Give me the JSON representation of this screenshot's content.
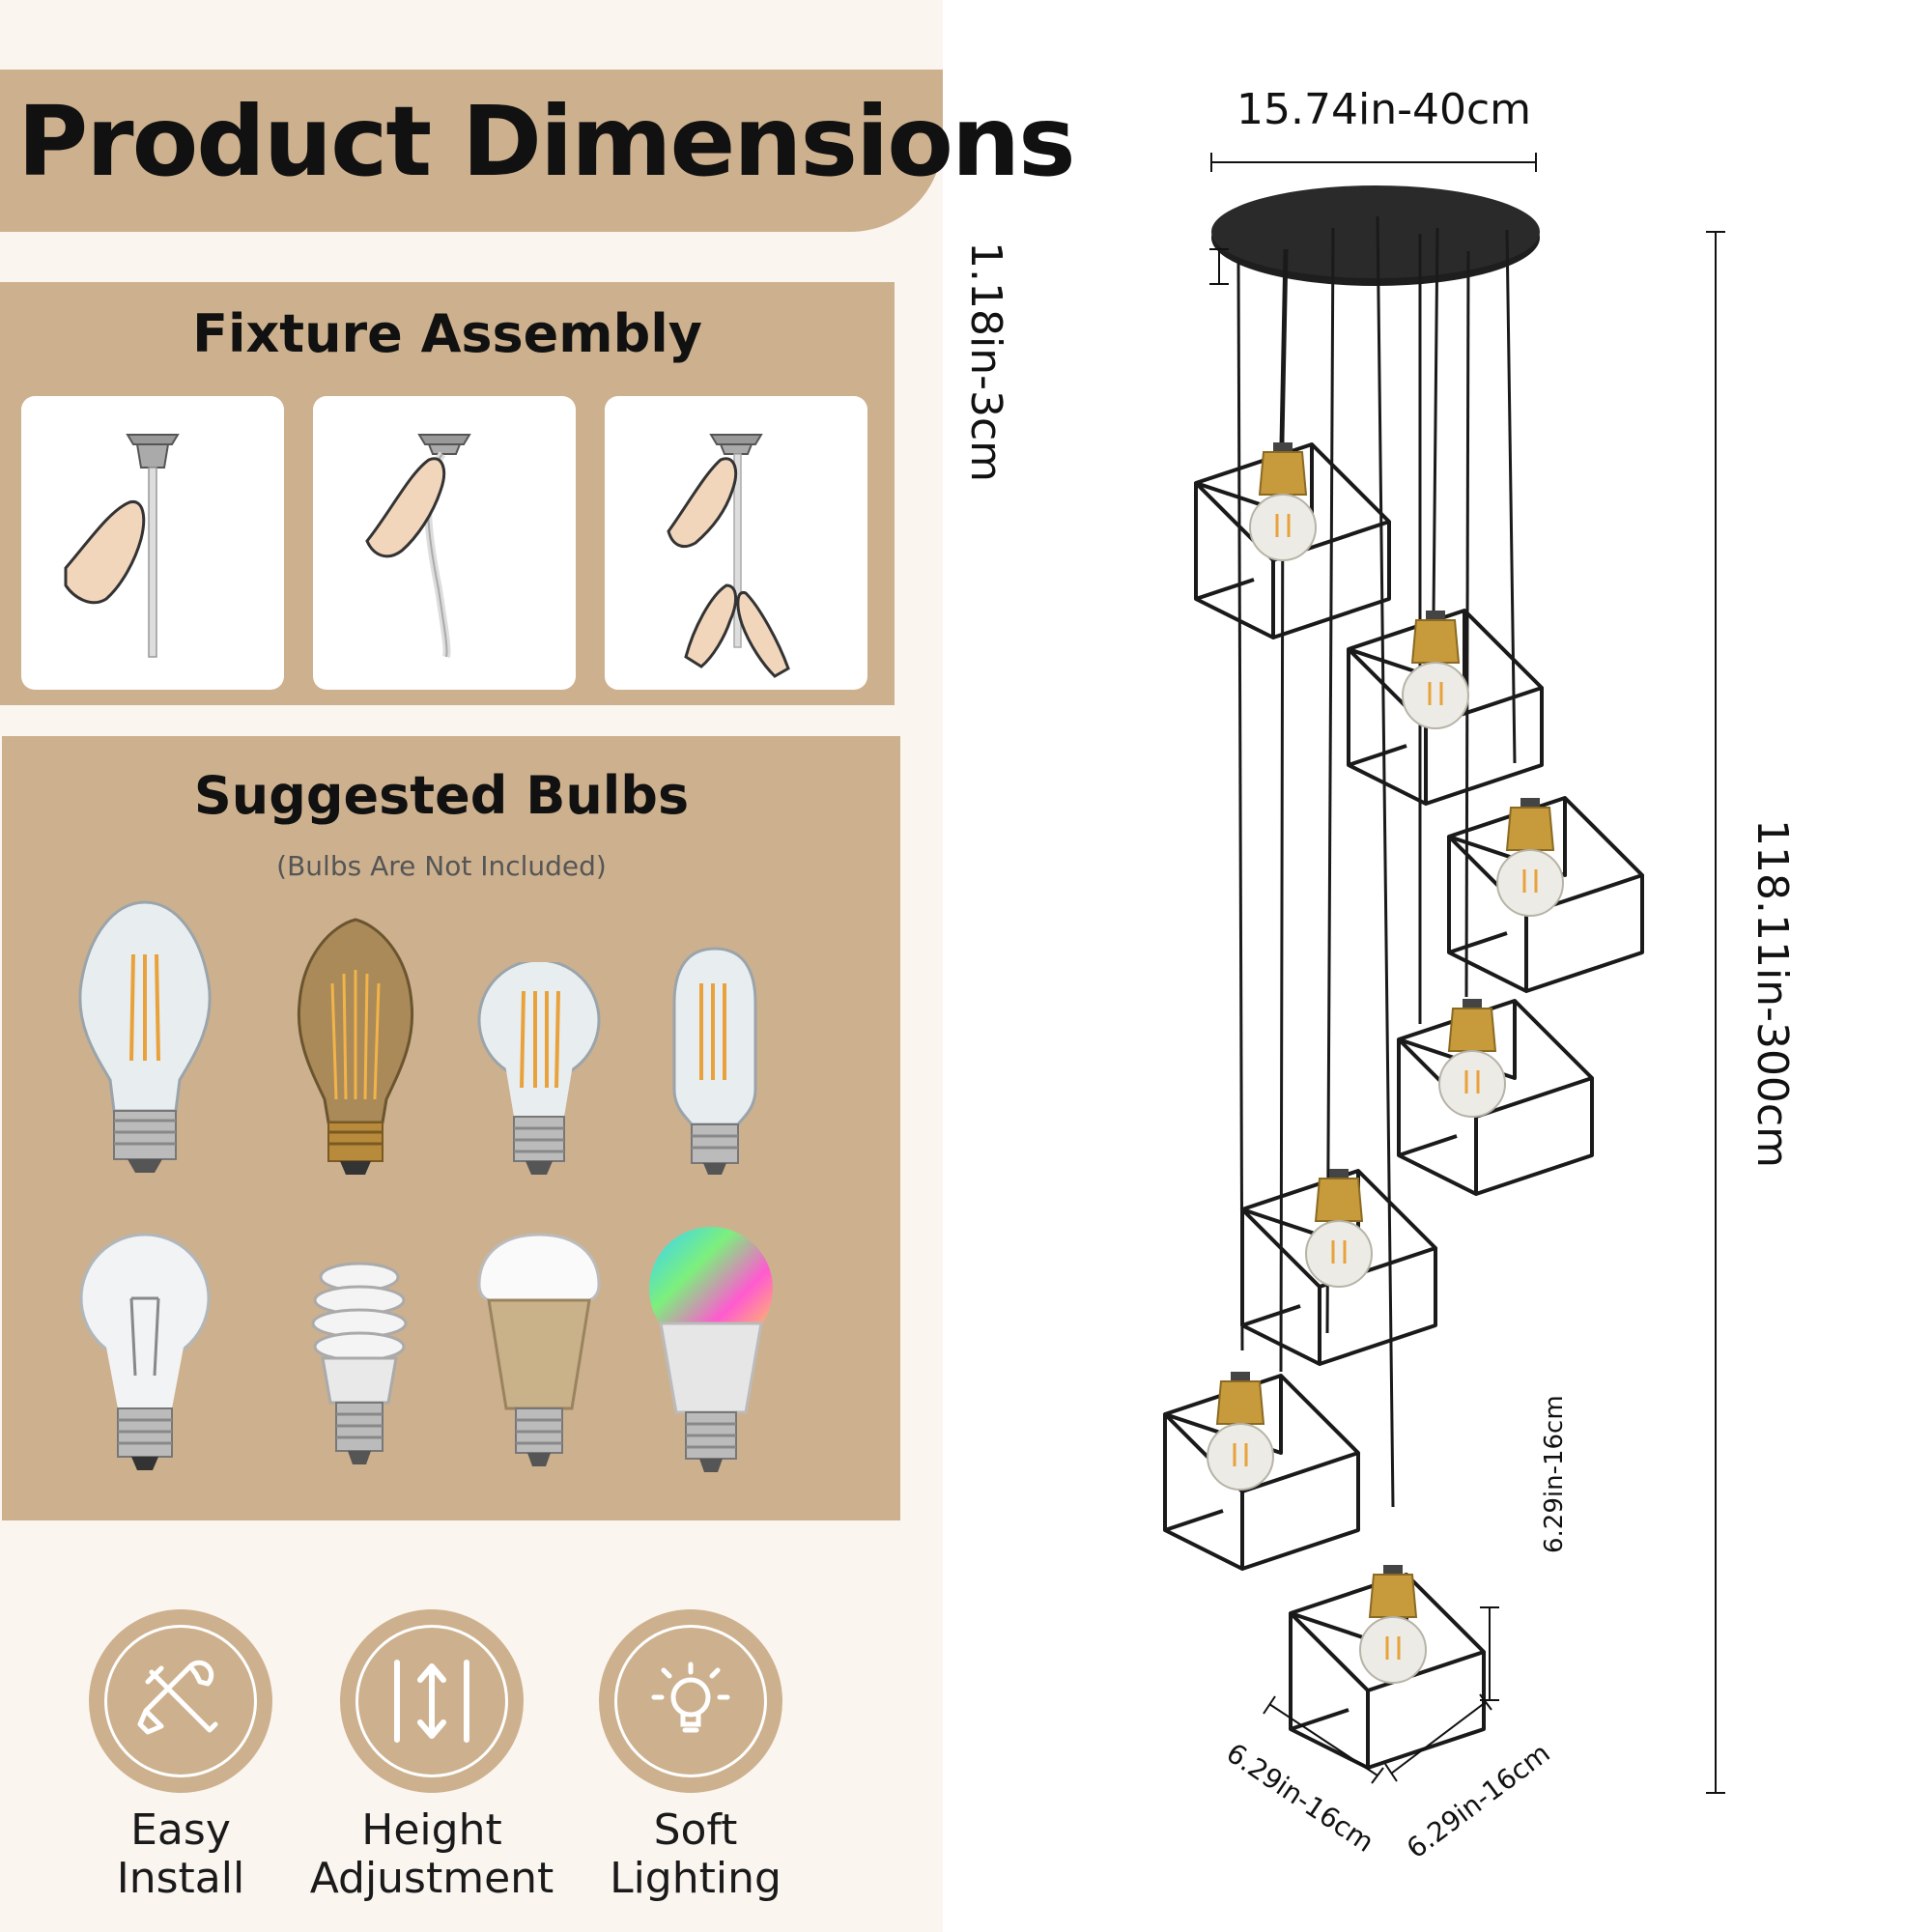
{
  "title": "Product Dimensions",
  "fixture_assembly": {
    "title": "Fixture Assembly",
    "steps": [
      "step-1",
      "step-2",
      "step-3"
    ]
  },
  "suggested_bulbs": {
    "title": "Suggested Bulbs",
    "note": "(Bulbs Are Not Included)",
    "bulbs": [
      "st64-filament-bulb",
      "vintage-edison-bulb",
      "a19-filament-bulb",
      "t45-filament-bulb",
      "incandescent-bulb",
      "spiral-cfl-bulb",
      "smart-led-bulb",
      "rgb-led-bulb"
    ]
  },
  "features": [
    {
      "line1": "Easy",
      "line2": "Install",
      "icon": "tools-icon"
    },
    {
      "line1": "Height",
      "line2": "Adjustment",
      "icon": "height-adjust-icon"
    },
    {
      "line1": "Soft",
      "line2": "Lighting",
      "icon": "lightbulb-icon"
    }
  ],
  "dimensions": {
    "canopy_width": "15.74in-40cm",
    "canopy_height": "1.18in-3cm",
    "total_height": "118.11in-300cm",
    "shade_height": "6.29in-16cm",
    "shade_depth": "6.29in-16cm",
    "shade_width": "6.29in-16cm"
  },
  "colors": {
    "accent": "#cdb18e",
    "panel": "#fbf5f0",
    "brass": "#c79a3c",
    "frame": "#1a1a1a"
  }
}
